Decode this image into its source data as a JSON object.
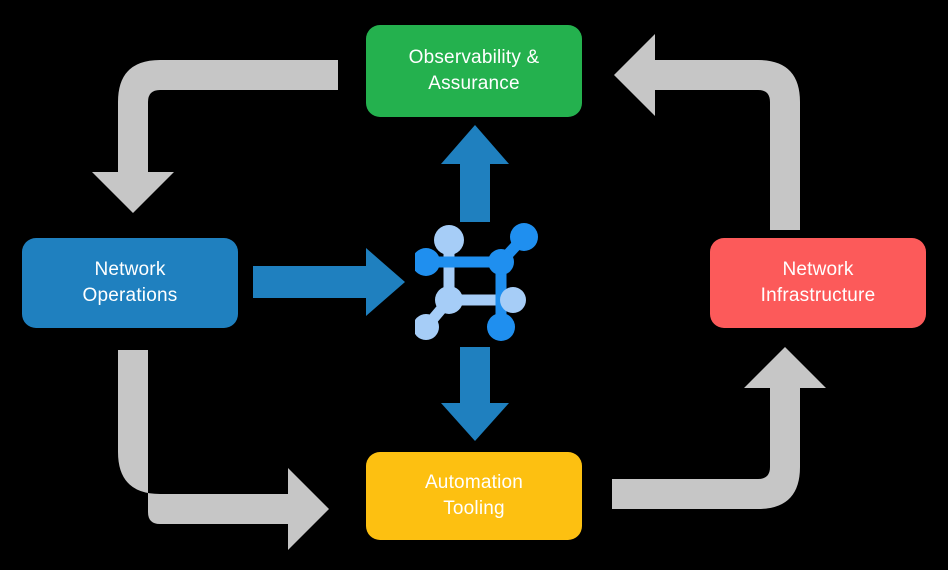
{
  "diagram": {
    "title": "Network automation lifecycle cycle diagram",
    "background_color": "#000000",
    "nodes": [
      {
        "id": "observability",
        "label": "Observability &\nAssurance",
        "color": "#24b14e",
        "position": "top"
      },
      {
        "id": "operations",
        "label": "Network\nOperations",
        "color": "#1f80bf",
        "position": "left"
      },
      {
        "id": "infrastructure",
        "label": "Network\nInfrastructure",
        "color": "#fc5a5a",
        "position": "right"
      },
      {
        "id": "automation",
        "label": "Automation\nTooling",
        "color": "#fdc011",
        "position": "bottom"
      }
    ],
    "center": {
      "icon_name": "network-topology-icon",
      "color_primary": "#1f8fef",
      "color_secondary": "#a6cdf7"
    },
    "connectors": {
      "blue_color": "#1f80bf",
      "gray_color": "#c6c6c6",
      "items": [
        {
          "id": "operations-to-center",
          "direction": "right",
          "style": "straight",
          "color": "#1f80bf"
        },
        {
          "id": "center-to-observability",
          "direction": "up",
          "style": "straight",
          "color": "#1f80bf"
        },
        {
          "id": "center-to-automation",
          "direction": "down",
          "style": "straight",
          "color": "#1f80bf"
        },
        {
          "id": "observability-to-operations",
          "direction": "down",
          "style": "elbow",
          "color": "#c6c6c6"
        },
        {
          "id": "infrastructure-to-observability",
          "direction": "left",
          "style": "elbow",
          "color": "#c6c6c6"
        },
        {
          "id": "operations-to-automation",
          "direction": "right",
          "style": "elbow",
          "color": "#c6c6c6"
        },
        {
          "id": "automation-to-infrastructure",
          "direction": "up",
          "style": "elbow",
          "color": "#c6c6c6"
        }
      ]
    }
  }
}
